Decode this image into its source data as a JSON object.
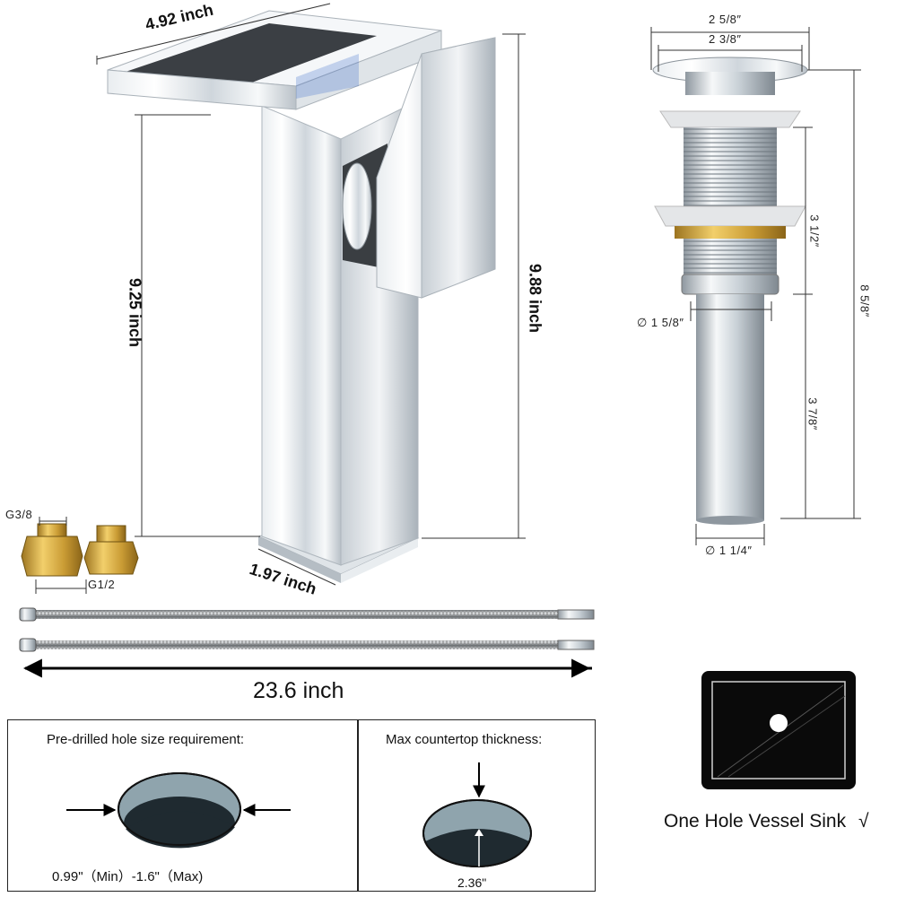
{
  "faucet": {
    "width_label": "4.92 inch",
    "spout_height_label": "9.25 inch",
    "total_height_label": "9.88 inch",
    "base_label": "1.97 inch"
  },
  "adapters": {
    "top_label": "G3/8",
    "bottom_label": "G1/2"
  },
  "hoses": {
    "length_label": "23.6 inch"
  },
  "drain": {
    "top_outer_label": "2 5/8″",
    "top_inner_label": "2 3/8″",
    "thread_length_label": "3 1/2″",
    "total_length_label": "8 5/8″",
    "mid_diameter_label": "∅ 1 5/8″",
    "tail_length_label": "3 7/8″",
    "bottom_diameter_label": "∅ 1 1/4″"
  },
  "hole_requirement": {
    "title": "Pre-drilled hole size requirement:",
    "range_label": "0.99\"（Min）-1.6\"（Max)"
  },
  "countertop": {
    "title": "Max countertop thickness:",
    "value_label": "2.36\""
  },
  "sink": {
    "caption": "One Hole Vessel Sink",
    "check_glyph": "√"
  },
  "colors": {
    "chrome_light": "#f4f6f8",
    "chrome_dark": "#9aa3ab",
    "brass": "#c9a03c",
    "hole_top": "#8fa4ad",
    "hole_bottom": "#1f2a30",
    "sink_bg": "#0a0a0a"
  }
}
